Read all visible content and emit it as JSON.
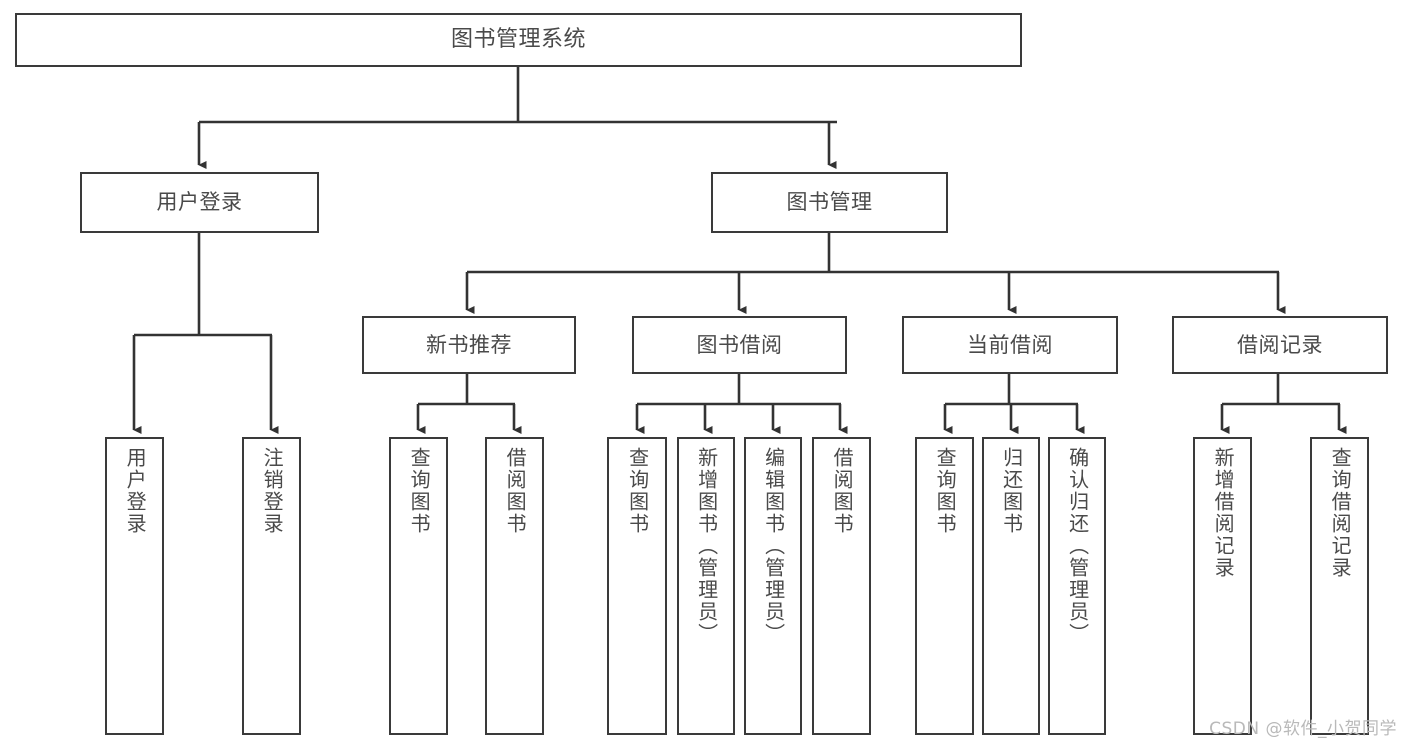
{
  "diagram": {
    "title": "图书管理系统",
    "watermark": "CSDN @软件_小贺同学",
    "edge_color": "#333333",
    "box_border_color": "#3a3a3a",
    "text_color": "#4a4a4a",
    "background_color": "#ffffff"
  },
  "nodes": {
    "root": {
      "label": "图书管理系统"
    },
    "level1": [
      {
        "label": "用户登录"
      },
      {
        "label": "图书管理"
      }
    ],
    "level2": [
      {
        "label": "新书推荐"
      },
      {
        "label": "图书借阅"
      },
      {
        "label": "当前借阅"
      },
      {
        "label": "借阅记录"
      }
    ],
    "leaves": {
      "user_login": [
        {
          "label": "用户登录"
        },
        {
          "label": "注销登录"
        }
      ],
      "new_book": [
        {
          "label": "查询图书"
        },
        {
          "label": "借阅图书"
        }
      ],
      "book_borrow": [
        {
          "label": "查询图书"
        },
        {
          "label": "新增图书（管理员）"
        },
        {
          "label": "编辑图书（管理员）"
        },
        {
          "label": "借阅图书"
        }
      ],
      "current_borrow": [
        {
          "label": "查询图书"
        },
        {
          "label": "归还图书"
        },
        {
          "label": "确认归还（管理员）"
        }
      ],
      "borrow_record": [
        {
          "label": "新增借阅记录"
        },
        {
          "label": "查询借阅记录"
        }
      ]
    }
  }
}
